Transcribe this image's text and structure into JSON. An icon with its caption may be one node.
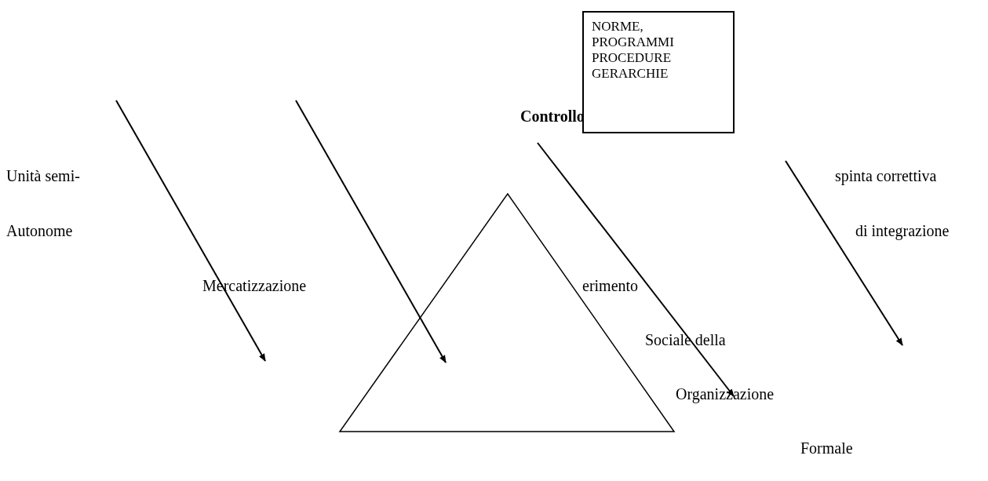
{
  "diagram": {
    "nodes": [
      {
        "text": [
          "NORME, PROGRAMMI PROCEDURE GERARCHIE"
        ]
      },
      {
        "text": [],
        "shape": "triangle"
      }
    ],
    "labels": [
      "Controllo",
      "Unità semi-",
      "spinta correttiva",
      "Autonome",
      "di integrazione",
      "Mercatizzazione",
      "erimento",
      "Sociale della",
      "Organizzazione",
      "Formale"
    ]
  }
}
